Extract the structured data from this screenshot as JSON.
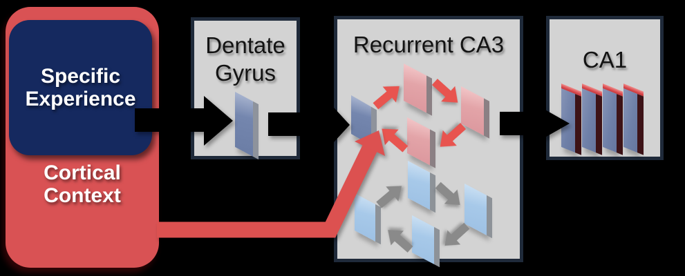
{
  "diagram": {
    "cortical_context": {
      "line1": "Cortical",
      "line2": "Context"
    },
    "specific_experience": {
      "line1": "Specific",
      "line2": "Experience"
    },
    "dentate_gyrus": {
      "line1": "Dentate",
      "line2": "Gyrus"
    },
    "recurrent_ca3": {
      "title": "Recurrent CA3"
    },
    "ca1": {
      "title": "CA1"
    }
  },
  "colors": {
    "background": "#000000",
    "cortical_box": "#D95254",
    "experience_box": "#15295F",
    "region_box_fill": "#D3D3D3",
    "region_box_border": "#1F2A3A",
    "black_arrow": "#000000",
    "red_arrow": "#E8544F",
    "red_feedback_path": "#DC5150",
    "gray_arrow": "#8A8A8A",
    "slab_blue": "#7486AE",
    "slab_pink": "#E3A4A8",
    "slab_sky": "#A7C9E9",
    "ca1_slab_face": "#6F80A8",
    "ca1_slab_top": "#D8474B",
    "ca1_slab_side": "#3D1317"
  }
}
